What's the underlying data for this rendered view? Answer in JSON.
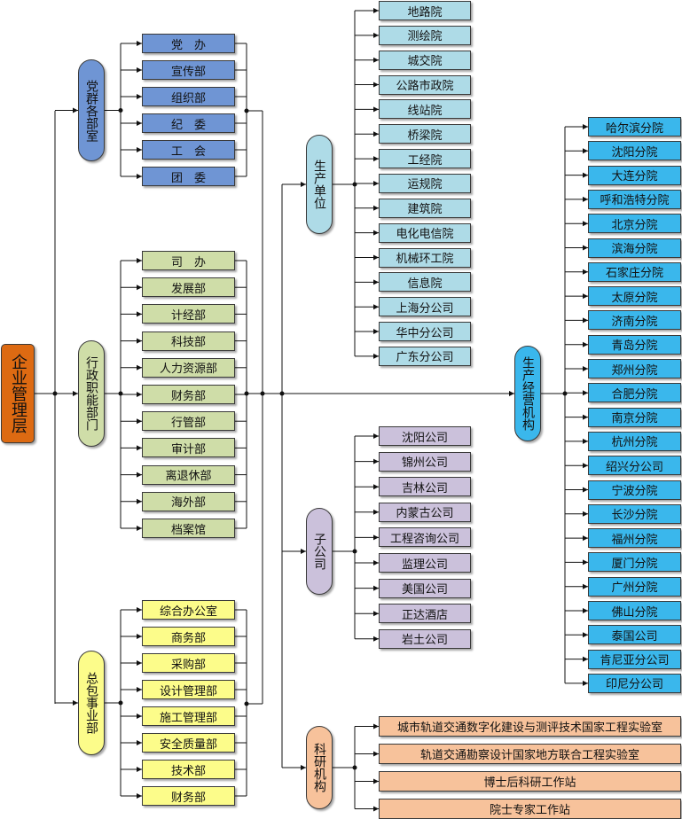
{
  "colors": {
    "root": "#dd6a12",
    "party": "#6f95d4",
    "admin": "#cfdda8",
    "contract": "#fcfc8a",
    "production": "#aedbe7",
    "subsidiary": "#cbc1db",
    "research": "#f7c29b",
    "branch": "#3ab7ec",
    "line": "#111111"
  },
  "root": {
    "label": "企业管理层"
  },
  "groups": {
    "party": {
      "label": "党群各部室",
      "items": [
        "党　办",
        "宣传部",
        "组织部",
        "纪　委",
        "工　会",
        "团　委"
      ]
    },
    "admin": {
      "label": "行政职能部门",
      "items": [
        "司　办",
        "发展部",
        "计经部",
        "科技部",
        "人力资源部",
        "财务部",
        "行管部",
        "审计部",
        "离退休部",
        "海外部",
        "档案馆"
      ]
    },
    "contract": {
      "label": "总包事业部",
      "items": [
        "综合办公室",
        "商务部",
        "采购部",
        "设计管理部",
        "施工管理部",
        "安全质量部",
        "技术部",
        "财务部"
      ]
    }
  },
  "units": {
    "production": {
      "label": "生产单位",
      "items": [
        "地路院",
        "测绘院",
        "城交院",
        "公路市政院",
        "线站院",
        "桥梁院",
        "工经院",
        "运规院",
        "建筑院",
        "电化电信院",
        "机械环工院",
        "信息院",
        "上海分公司",
        "华中分公司",
        "广东分公司"
      ]
    },
    "subsidiary": {
      "label": "子公司",
      "items": [
        "沈阳公司",
        "锦州公司",
        "吉林公司",
        "内蒙古公司",
        "工程咨询公司",
        "监理公司",
        "美国公司",
        "正达酒店",
        "岩土公司"
      ]
    },
    "research": {
      "label": "科研机构",
      "items": [
        "城市轨道交通数字化建设与测评技术国家工程实验室",
        "轨道交通勘察设计国家地方联合工程实验室",
        "博士后科研工作站",
        "院士专家工作站"
      ]
    },
    "branches": {
      "label": "生产经营机构",
      "items": [
        "哈尔滨分院",
        "沈阳分院",
        "大连分院",
        "呼和浩特分院",
        "北京分院",
        "滨海分院",
        "石家庄分院",
        "太原分院",
        "济南分院",
        "青岛分院",
        "郑州分院",
        "合肥分院",
        "南京分院",
        "杭州分院",
        "绍兴分公司",
        "宁波分院",
        "长沙分院",
        "福州分院",
        "厦门分院",
        "广州分院",
        "佛山分院",
        "泰国公司",
        "肯尼亚分公司",
        "印尼分公司"
      ]
    }
  }
}
